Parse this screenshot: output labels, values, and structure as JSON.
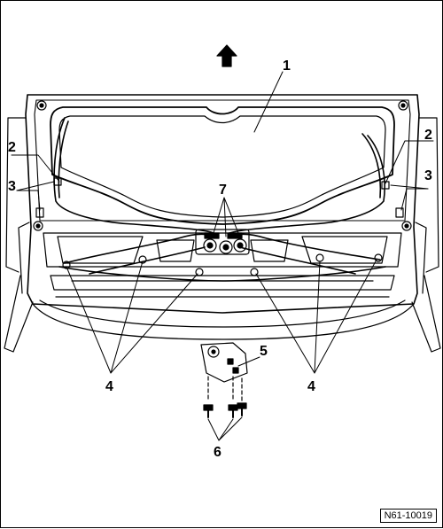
{
  "figure": {
    "reference_code": "N61-10019",
    "direction_icon": "arrow-up-icon"
  },
  "callouts": {
    "c1": "1",
    "c2": "2",
    "c3": "3",
    "c4": "4",
    "c5": "5",
    "c6": "6",
    "c7": "7"
  }
}
